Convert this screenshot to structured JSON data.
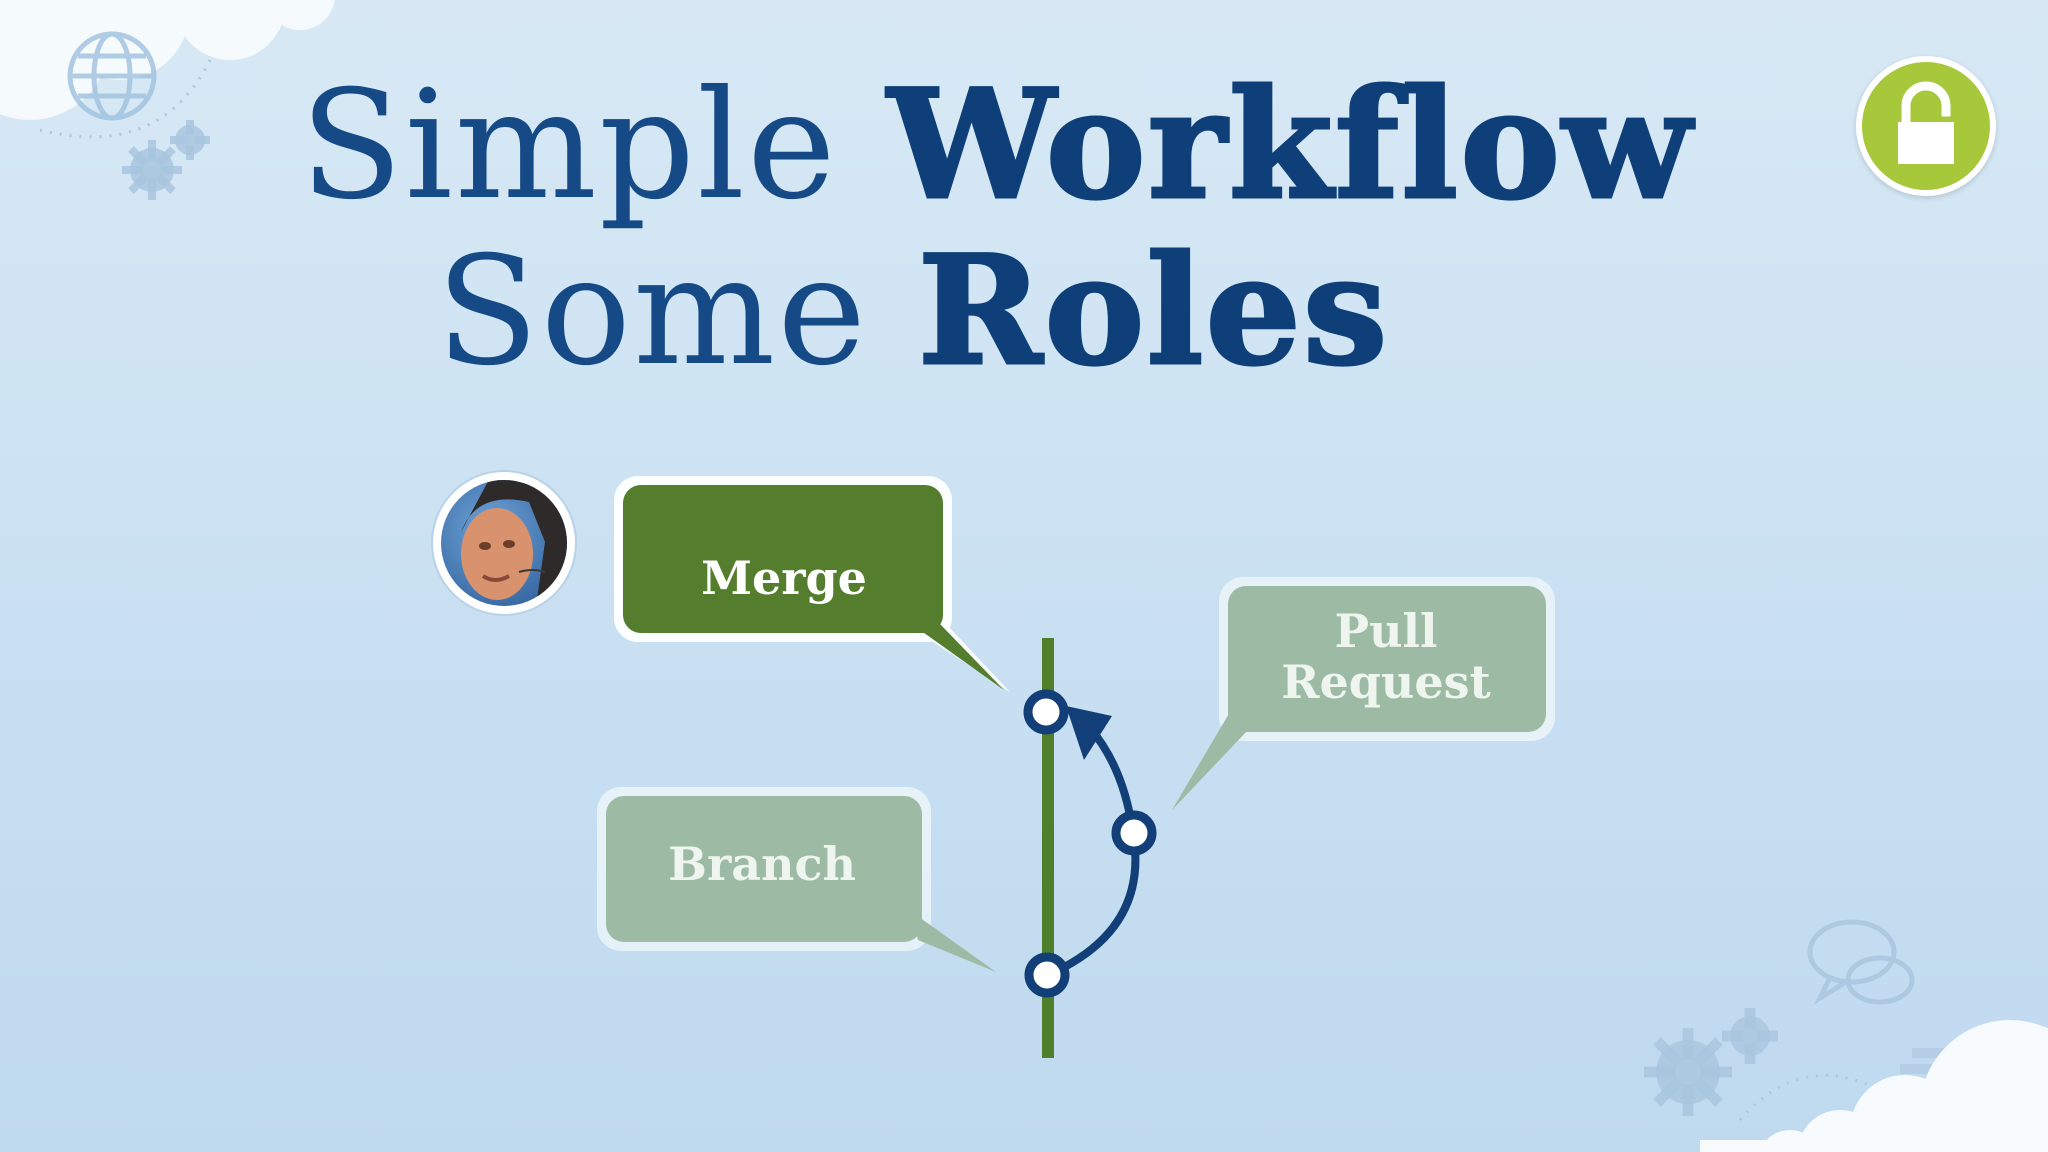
{
  "title": {
    "line1_light": "Simple",
    "line1_bold": "Workflow",
    "line2_light": "Some",
    "line2_bold": "Roles"
  },
  "callouts": {
    "merge": "Merge",
    "pull_request": "Pull Request",
    "branch": "Branch"
  },
  "icons": {
    "lock": "unlocked-padlock-icon",
    "globe": "globe-icon",
    "gears": "gear-icon",
    "chat": "chat-bubbles-icon",
    "bricks": "bricks-icon"
  },
  "colors": {
    "title": "#0e3f79",
    "merge_box": "#547e2d",
    "faded_box": "#9dbaa5",
    "trunk_line": "#4f7f2a",
    "branch_arc": "#123f78",
    "lock_badge": "#a6c83a"
  }
}
